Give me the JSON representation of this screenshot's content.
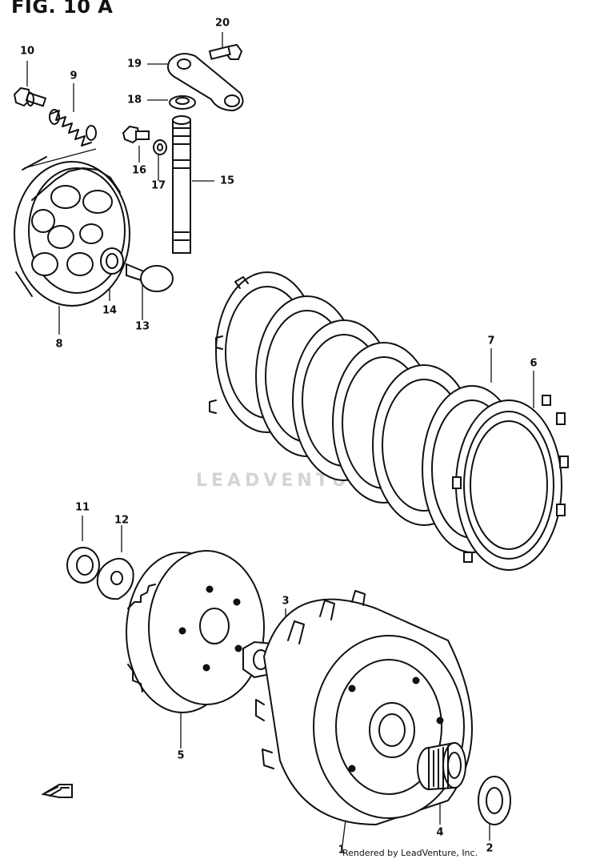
{
  "figure": {
    "title": "FIG. 10 A",
    "watermark": "LEADVENTURE",
    "credit": "Rendered by LeadVenture, Inc."
  },
  "callouts": {
    "c1": "1",
    "c2": "2",
    "c3": "3",
    "c4": "4",
    "c5": "5",
    "c6": "6",
    "c7": "7",
    "c8": "8",
    "c9": "9",
    "c10": "10",
    "c11": "11",
    "c12": "12",
    "c13": "13",
    "c14": "14",
    "c15": "15",
    "c16": "16",
    "c17": "17",
    "c18": "18",
    "c19": "19",
    "c20": "20"
  },
  "icons": [
    "front-arrow-icon"
  ]
}
